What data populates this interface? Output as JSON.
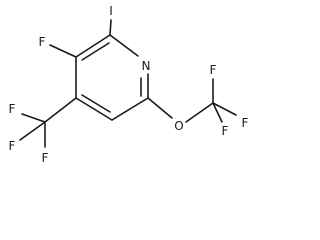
{
  "molecule": {
    "atoms": {
      "iodine": "I",
      "fluoro_ring": "F",
      "nitrogen": "N",
      "ether_oxygen": "O",
      "ocf3_f_top": "F",
      "ocf3_f_right": "F",
      "ocf3_f_bottom": "F",
      "cf3_f_left": "F",
      "cf3_f_bottom_left": "F",
      "cf3_f_bottom": "F"
    }
  }
}
